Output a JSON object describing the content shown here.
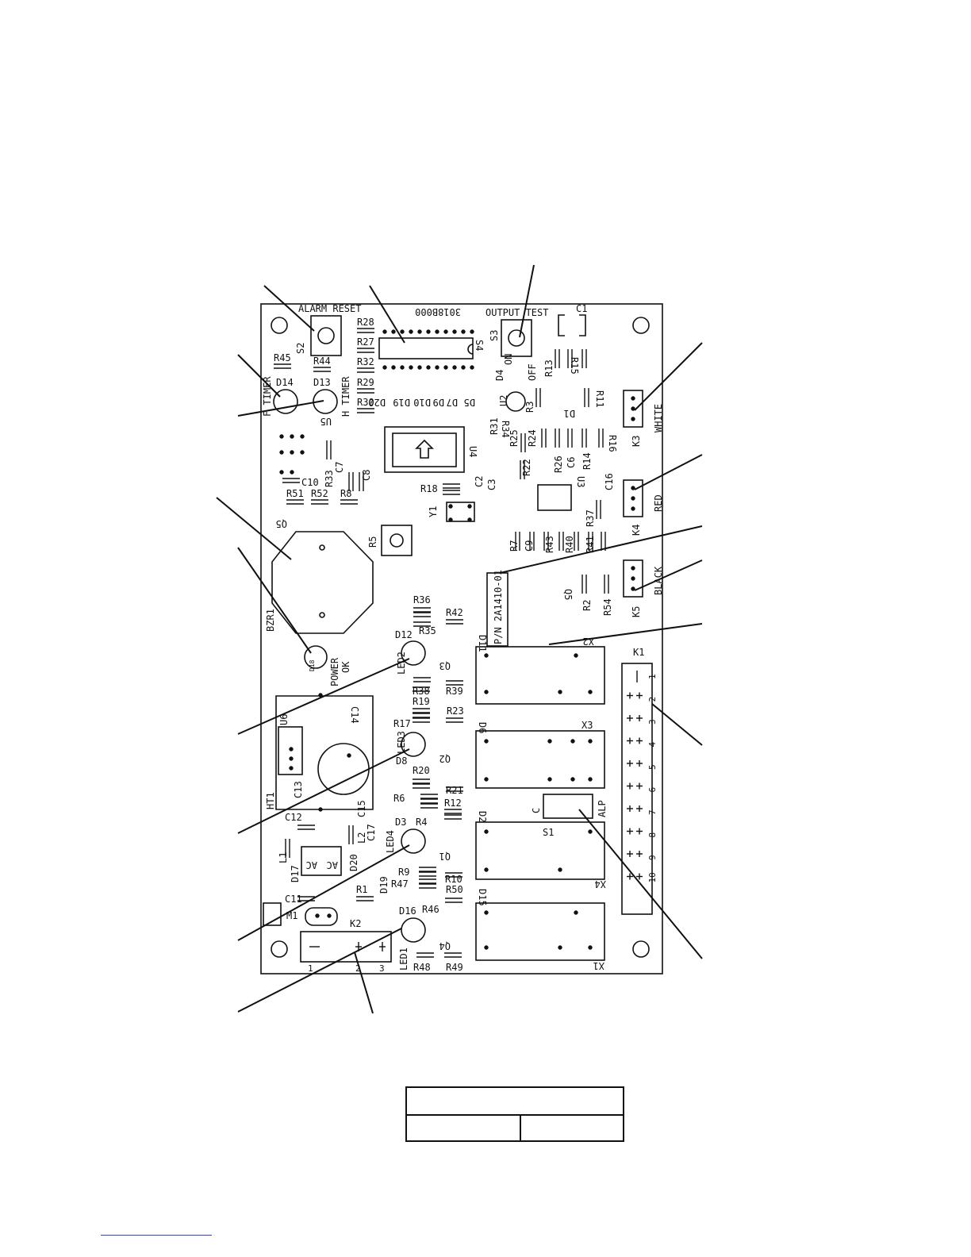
{
  "board": {
    "part_number": "P/N 2A1410-01",
    "board_code": "3018B000",
    "labels": {
      "alarm_reset": "ALARM RESET",
      "output_test": "OUTPUT TEST",
      "on": "ON",
      "off": "OFF",
      "f_timer": "F TIMER",
      "h_timer": "H TIMER",
      "power_ok_1": "POWER",
      "power_ok_2": "OK",
      "white": "WHITE",
      "red": "RED",
      "black": "BLACK",
      "alp": "ALP",
      "c": "C",
      "bzr1": "BZR1",
      "ht1": "HT1",
      "ac1": "AC",
      "ac2": "AC"
    },
    "components": {
      "S2": "S2",
      "S3": "S3",
      "S4": "S4",
      "S1": "S1",
      "C1": "C1",
      "C2": "C2",
      "C3": "C3",
      "C6": "C6",
      "C7": "C7",
      "C8": "C8",
      "C9": "C9",
      "C10": "C10",
      "C11": "C11",
      "C12": "C12",
      "C13": "C13",
      "C14": "C14",
      "C15": "C15",
      "C16": "C16",
      "C17": "C17",
      "R1": "R1",
      "R2": "R2",
      "R3": "R3",
      "R4": "R4",
      "R5": "R5",
      "R6": "R6",
      "R7": "R7",
      "R8": "R8",
      "R9": "R9",
      "R10": "R10",
      "R11": "R11",
      "R12": "R12",
      "R13": "R13",
      "R14": "R14",
      "R15": "R15",
      "R16": "R16",
      "R17": "R17",
      "R18": "R18",
      "R19": "R19",
      "R20": "R20",
      "R21": "R21",
      "R22": "R22",
      "R23": "R23",
      "R24": "R24",
      "R25": "R25",
      "R26": "R26",
      "R27": "R27",
      "R28": "R28",
      "R29": "R29",
      "R30": "R30",
      "R31": "R31",
      "R32": "R32",
      "R33": "R33",
      "R34": "R34",
      "R35": "R35",
      "R36": "R36",
      "R37": "R37",
      "R38": "R38",
      "R39": "R39",
      "R40": "R40",
      "R41": "R41",
      "R42": "R42",
      "R43": "R43",
      "R44": "R44",
      "R45": "R45",
      "R46": "R46",
      "R47": "R47",
      "R48": "R48",
      "R49": "R49",
      "R50": "R50",
      "R51": "R51",
      "R52": "R52",
      "R54": "R54",
      "D1": "D1",
      "D2": "D2",
      "D3": "D3",
      "D4": "D4",
      "D5": "D5",
      "D6": "D6",
      "D7": "D7",
      "D8": "D8",
      "D9": "D9",
      "D10": "D10",
      "D11": "D11",
      "D12": "D12",
      "D13": "D13",
      "D14": "D14",
      "D15": "D15",
      "D16": "D16",
      "D17": "D17",
      "D18": "D18",
      "D19": "D19",
      "D20": "D20",
      "D20b": "D20",
      "U2": "U2",
      "U3": "U3",
      "U4": "U4",
      "U5": "U5",
      "U6": "U6",
      "Q1": "Q1",
      "Q2": "Q2",
      "Q3": "Q3",
      "Q4": "Q4",
      "Q5": "Q5",
      "Y1": "Y1",
      "L1": "L1",
      "L2": "L2",
      "M1": "M1",
      "LED1": "LED1",
      "LED2": "LED2",
      "LED3": "LED3",
      "LED4": "LED4",
      "K1": "K1",
      "K2": "K2",
      "K3": "K3",
      "K4": "K4",
      "K5": "K5",
      "X1": "X1",
      "X2": "X2",
      "X3": "X3",
      "X4": "X4"
    },
    "k1_pins": [
      "1",
      "2",
      "3",
      "4",
      "5",
      "6",
      "7",
      "8",
      "9",
      "10"
    ],
    "k2_pins": [
      "1",
      "2",
      "3"
    ]
  },
  "title_block": {
    "top": "",
    "bottom_left": "",
    "bottom_right": ""
  }
}
